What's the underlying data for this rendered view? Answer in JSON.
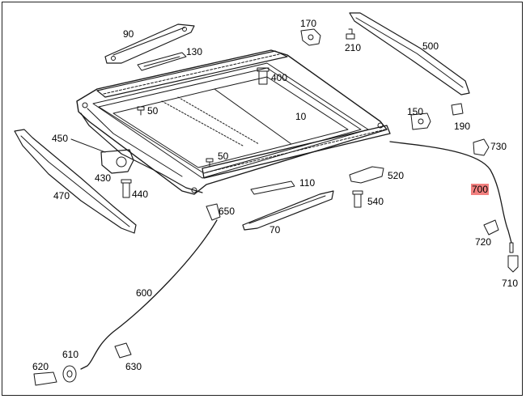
{
  "diagram": {
    "highlight_color": "#f2807f",
    "line_color": "#1a1a1a",
    "part_labels": {
      "p90": "90",
      "p130": "130",
      "p170": "170",
      "p210": "210",
      "p500": "500",
      "p400": "400",
      "p50a": "50",
      "p10": "10",
      "p150": "150",
      "p190": "190",
      "p450": "450",
      "p430": "430",
      "p440": "440",
      "p50b": "50",
      "p730": "730",
      "p520": "520",
      "p110": "110",
      "p540": "540",
      "p700": "700",
      "p470": "470",
      "p650": "650",
      "p70": "70",
      "p720": "720",
      "p710": "710",
      "p600": "600",
      "p620": "620",
      "p610": "610",
      "p630": "630"
    }
  }
}
